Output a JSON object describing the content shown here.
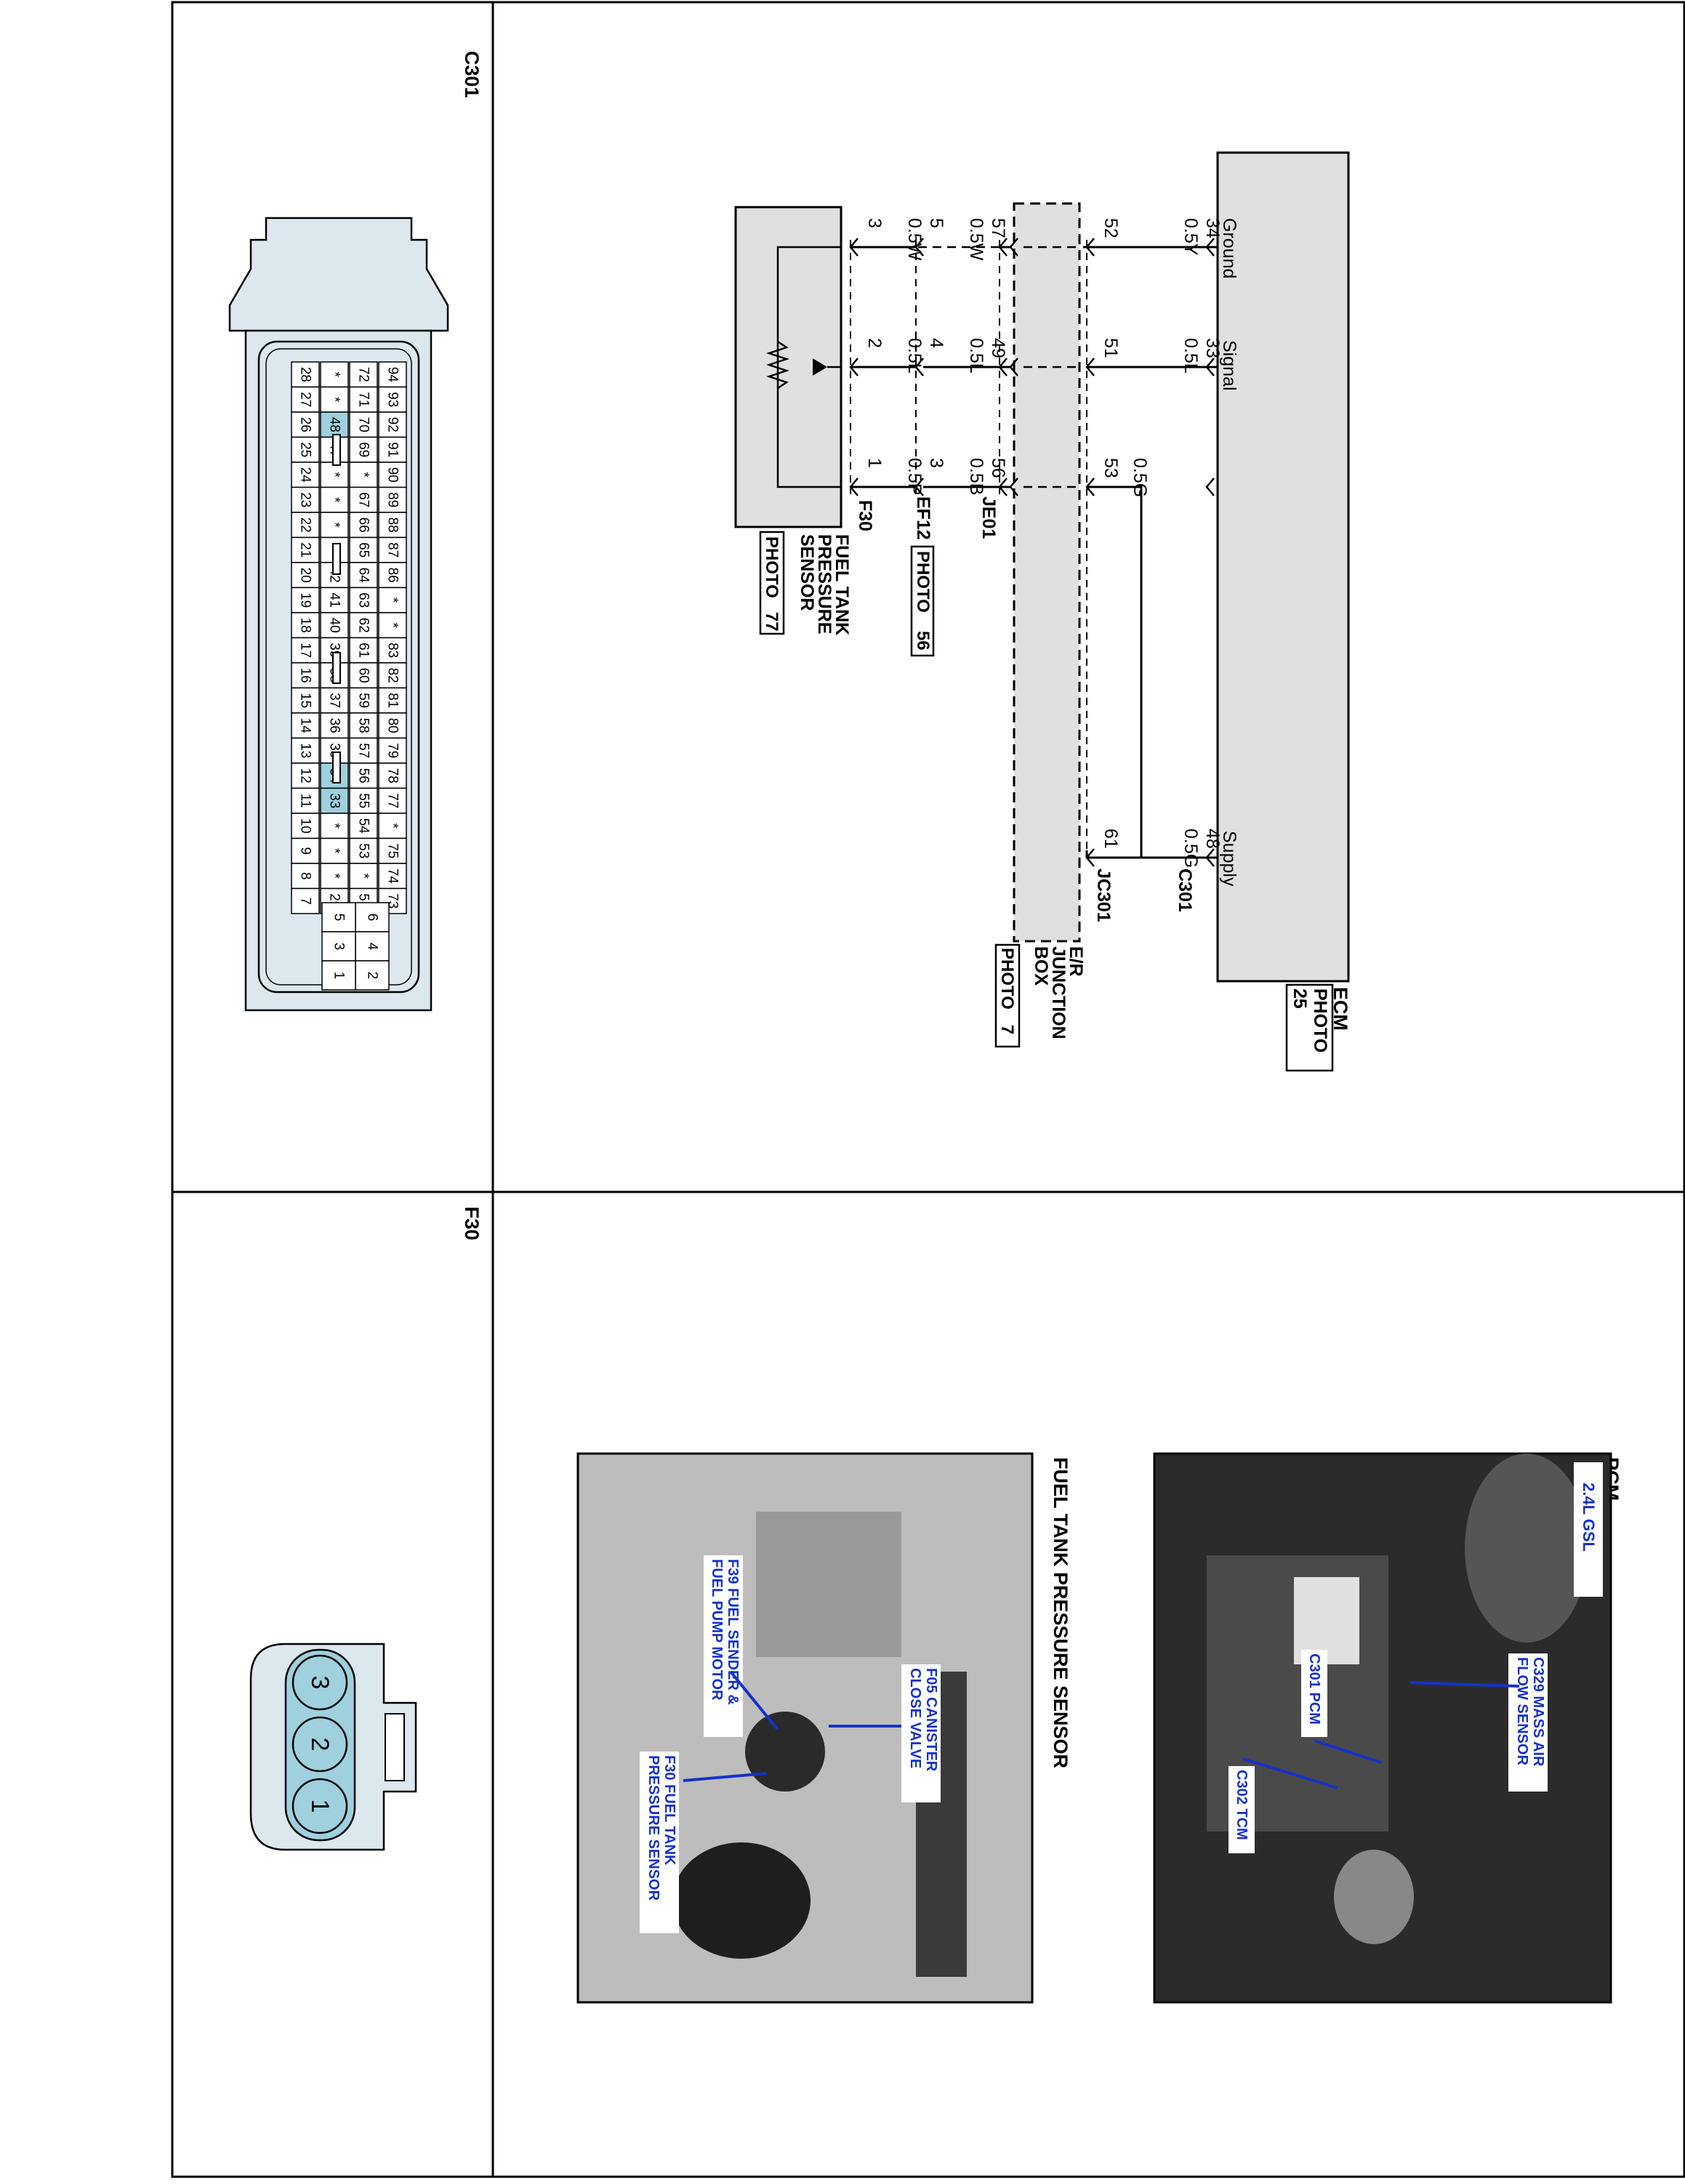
{
  "colors": {
    "connector_fill": "#dce8ee",
    "highlight_fill": "#9fd0de",
    "callout_text": "#1532c8",
    "line": "#000000",
    "photo_dark": "#2b2b2b",
    "photo_light": "#bdbdbd"
  },
  "panels": {
    "c301_title": "C301",
    "f30_title": "F30"
  },
  "schematic": {
    "ecm": {
      "name": "ECM",
      "photo_label": "PHOTO",
      "photo_num": "25",
      "terminals": {
        "ground": "Ground",
        "signal": "Signal",
        "supply": "Supply"
      },
      "connector": "C301"
    },
    "junction_box": {
      "line1": "E/R",
      "line2": "JUNCTION",
      "line3": "BOX",
      "photo_label": "PHOTO",
      "photo_num": "7"
    },
    "connectors": {
      "je01": "JE01",
      "ef12": "EF12",
      "ef12_photo": "PHOTO",
      "ef12_photo_num": "56",
      "f30": "F30",
      "jc301": "JC301"
    },
    "sensor": {
      "line1": "FUEL TANK",
      "line2": "PRESSURE",
      "line3": "SENSOR",
      "photo_label": "PHOTO",
      "photo_num": "77"
    },
    "wires": {
      "ground": {
        "ecm_pin": "34",
        "ecm_color": "0.5Y",
        "jb_pin": "52",
        "je01_pin": "57",
        "je_color": "0.5W",
        "ef12_pin": "5",
        "ef_color": "0.5W",
        "f30_pin": "3"
      },
      "signal": {
        "ecm_pin": "33",
        "ecm_color": "0.5L",
        "jb_pin": "51",
        "je01_pin": "49",
        "je_color": "0.5L",
        "ef12_pin": "4",
        "ef_color": "0.5L",
        "f30_pin": "2"
      },
      "supply": {
        "ecm_pin": "48",
        "ecm_color": "0.5G",
        "jc301_pin": "61",
        "jb_pin": "53",
        "jb_color": "0.5G",
        "je01_pin": "56",
        "je_color": "0.5B",
        "ef12_pin": "3",
        "ef_color": "0.5P",
        "f30_pin": "1"
      }
    }
  },
  "c301_grid": {
    "rows": [
      [
        "94",
        "93",
        "92",
        "91",
        "90",
        "89",
        "88",
        "87",
        "86",
        "*",
        "*",
        "83",
        "82",
        "81",
        "80",
        "79",
        "78",
        "77",
        "*",
        "75",
        "74",
        "73"
      ],
      [
        "72",
        "71",
        "70",
        "69",
        "*",
        "67",
        "66",
        "65",
        "64",
        "63",
        "62",
        "61",
        "60",
        "59",
        "58",
        "57",
        "56",
        "55",
        "54",
        "53",
        "*",
        "51"
      ],
      [
        "*",
        "*",
        "48",
        "47",
        "*",
        "*",
        "*",
        "*",
        "42",
        "41",
        "40",
        "39",
        "38",
        "37",
        "36",
        "35",
        "34",
        "33",
        "*",
        "*",
        "*",
        "29"
      ],
      [
        "28",
        "27",
        "26",
        "25",
        "24",
        "23",
        "22",
        "21",
        "20",
        "19",
        "18",
        "17",
        "16",
        "15",
        "14",
        "13",
        "12",
        "11",
        "10",
        "9",
        "8",
        "7"
      ]
    ],
    "side_block": [
      [
        "6",
        "5"
      ],
      [
        "4",
        "3"
      ],
      [
        "2",
        "1"
      ]
    ],
    "highlighted": [
      "48",
      "34",
      "33"
    ]
  },
  "f30_connector": {
    "pins": [
      "3",
      "2",
      "1"
    ]
  },
  "photos": {
    "pcm": {
      "title": "PCM",
      "badge": "2.4L GSL",
      "callouts": [
        "C329 MASS AIR FLOW SENSOR",
        "C301 PCM",
        "C302 TCM"
      ]
    },
    "fuel_tank": {
      "title": "FUEL TANK PRESSURE SENSOR",
      "callouts": [
        "F39 FUEL SENDER & FUEL PUMP MOTOR",
        "F05 CANISTER CLOSE VALVE",
        "F30 FUEL TANK PRESSURE SENSOR"
      ]
    }
  }
}
